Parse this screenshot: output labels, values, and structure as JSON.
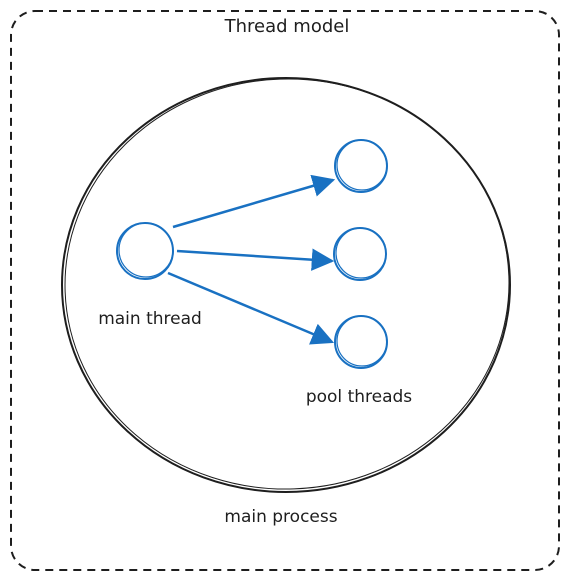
{
  "title": "Thread model",
  "process_label": "main process",
  "main_thread_label": "main thread",
  "pool_threads_label": "pool threads",
  "colors": {
    "ink": "#1e1e1e",
    "thread": "#1971c2",
    "background": "#ffffff"
  }
}
